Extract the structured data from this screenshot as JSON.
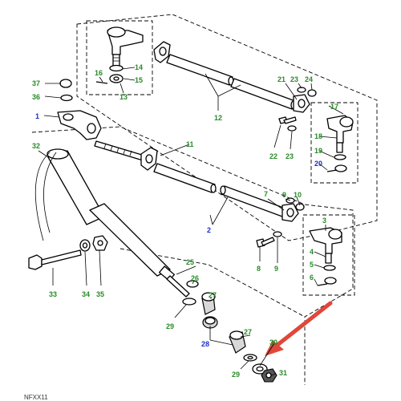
{
  "footer_code": "NFXX11",
  "colors": {
    "label_green": "#2a8a2a",
    "label_blue": "#1a2fc8",
    "arrow_red": "#e0473a"
  },
  "labels": {
    "l1": "1",
    "l2": "2",
    "l3": "3",
    "l4": "4",
    "l5": "5",
    "l6": "6",
    "l7": "7",
    "l8": "8",
    "l9a": "9",
    "l9b": "9",
    "l10": "10",
    "l11": "11",
    "l12": "12",
    "l13": "13",
    "l14": "14",
    "l15": "15",
    "l16": "16",
    "l17": "17",
    "l18": "18",
    "l19": "19",
    "l20": "20",
    "l21": "21",
    "l22": "22",
    "l23a": "23",
    "l23b": "23",
    "l24": "24",
    "l25": "25",
    "l26": "26",
    "l27a": "27",
    "l27b": "27",
    "l28": "28",
    "l29a": "29",
    "l29b": "29",
    "l30": "30",
    "l31": "31",
    "l32": "32",
    "l33": "33",
    "l34": "34",
    "l35": "35",
    "l36": "36",
    "l37": "37"
  }
}
